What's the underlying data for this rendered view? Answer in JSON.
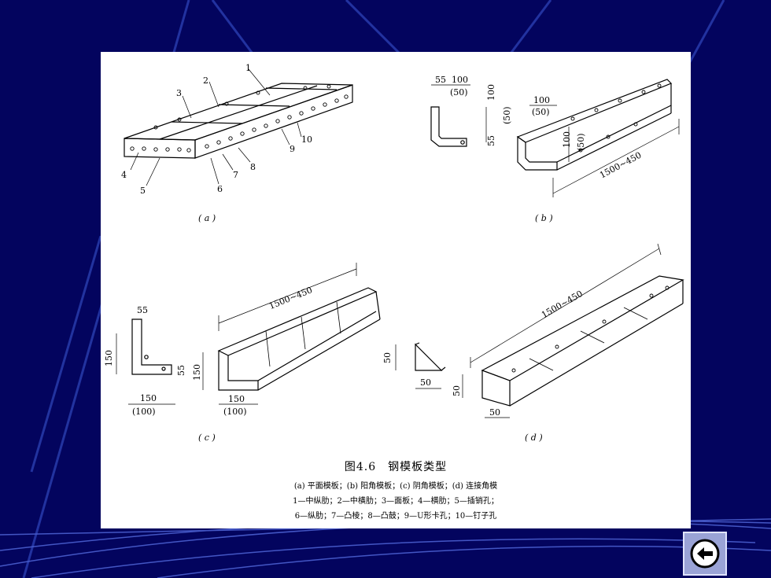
{
  "figure": {
    "title": "图4.6　钢模板类型",
    "legend_lines": [
      "(a) 平面模板；(b) 阳角模板；(c) 阴角模板；(d) 连接角模",
      "1—中纵肋；2—中横肋；3—面板；4—横肋；5—插销孔；",
      "6—纵肋；7—凸棱；8—凸鼓；9—U形卡孔；10—钉子孔"
    ],
    "panels": {
      "a": {
        "label": "( a )",
        "callouts": [
          "1",
          "2",
          "3",
          "4",
          "5",
          "6",
          "7",
          "8",
          "9",
          "10"
        ]
      },
      "b": {
        "label": "( b )",
        "dims": [
          "55",
          "100",
          "(50)",
          "100",
          "(50)",
          "55",
          "100",
          "(50)",
          "100",
          "(50)",
          "1500~450"
        ]
      },
      "c": {
        "label": "( c )",
        "dims": [
          "55",
          "150",
          "150",
          "(100)",
          "55",
          "150",
          "150",
          "(100)",
          "1500~450"
        ]
      },
      "d": {
        "label": "( d )",
        "dims": [
          "50",
          "50",
          "50",
          "50",
          "1500~450"
        ]
      }
    }
  },
  "colors": {
    "slide_bg": "#03045e",
    "streak": "#2a3fb0",
    "figure_bg": "#ffffff",
    "ink": "#000000"
  },
  "nav": {
    "back_icon": "back-arrow-icon"
  }
}
